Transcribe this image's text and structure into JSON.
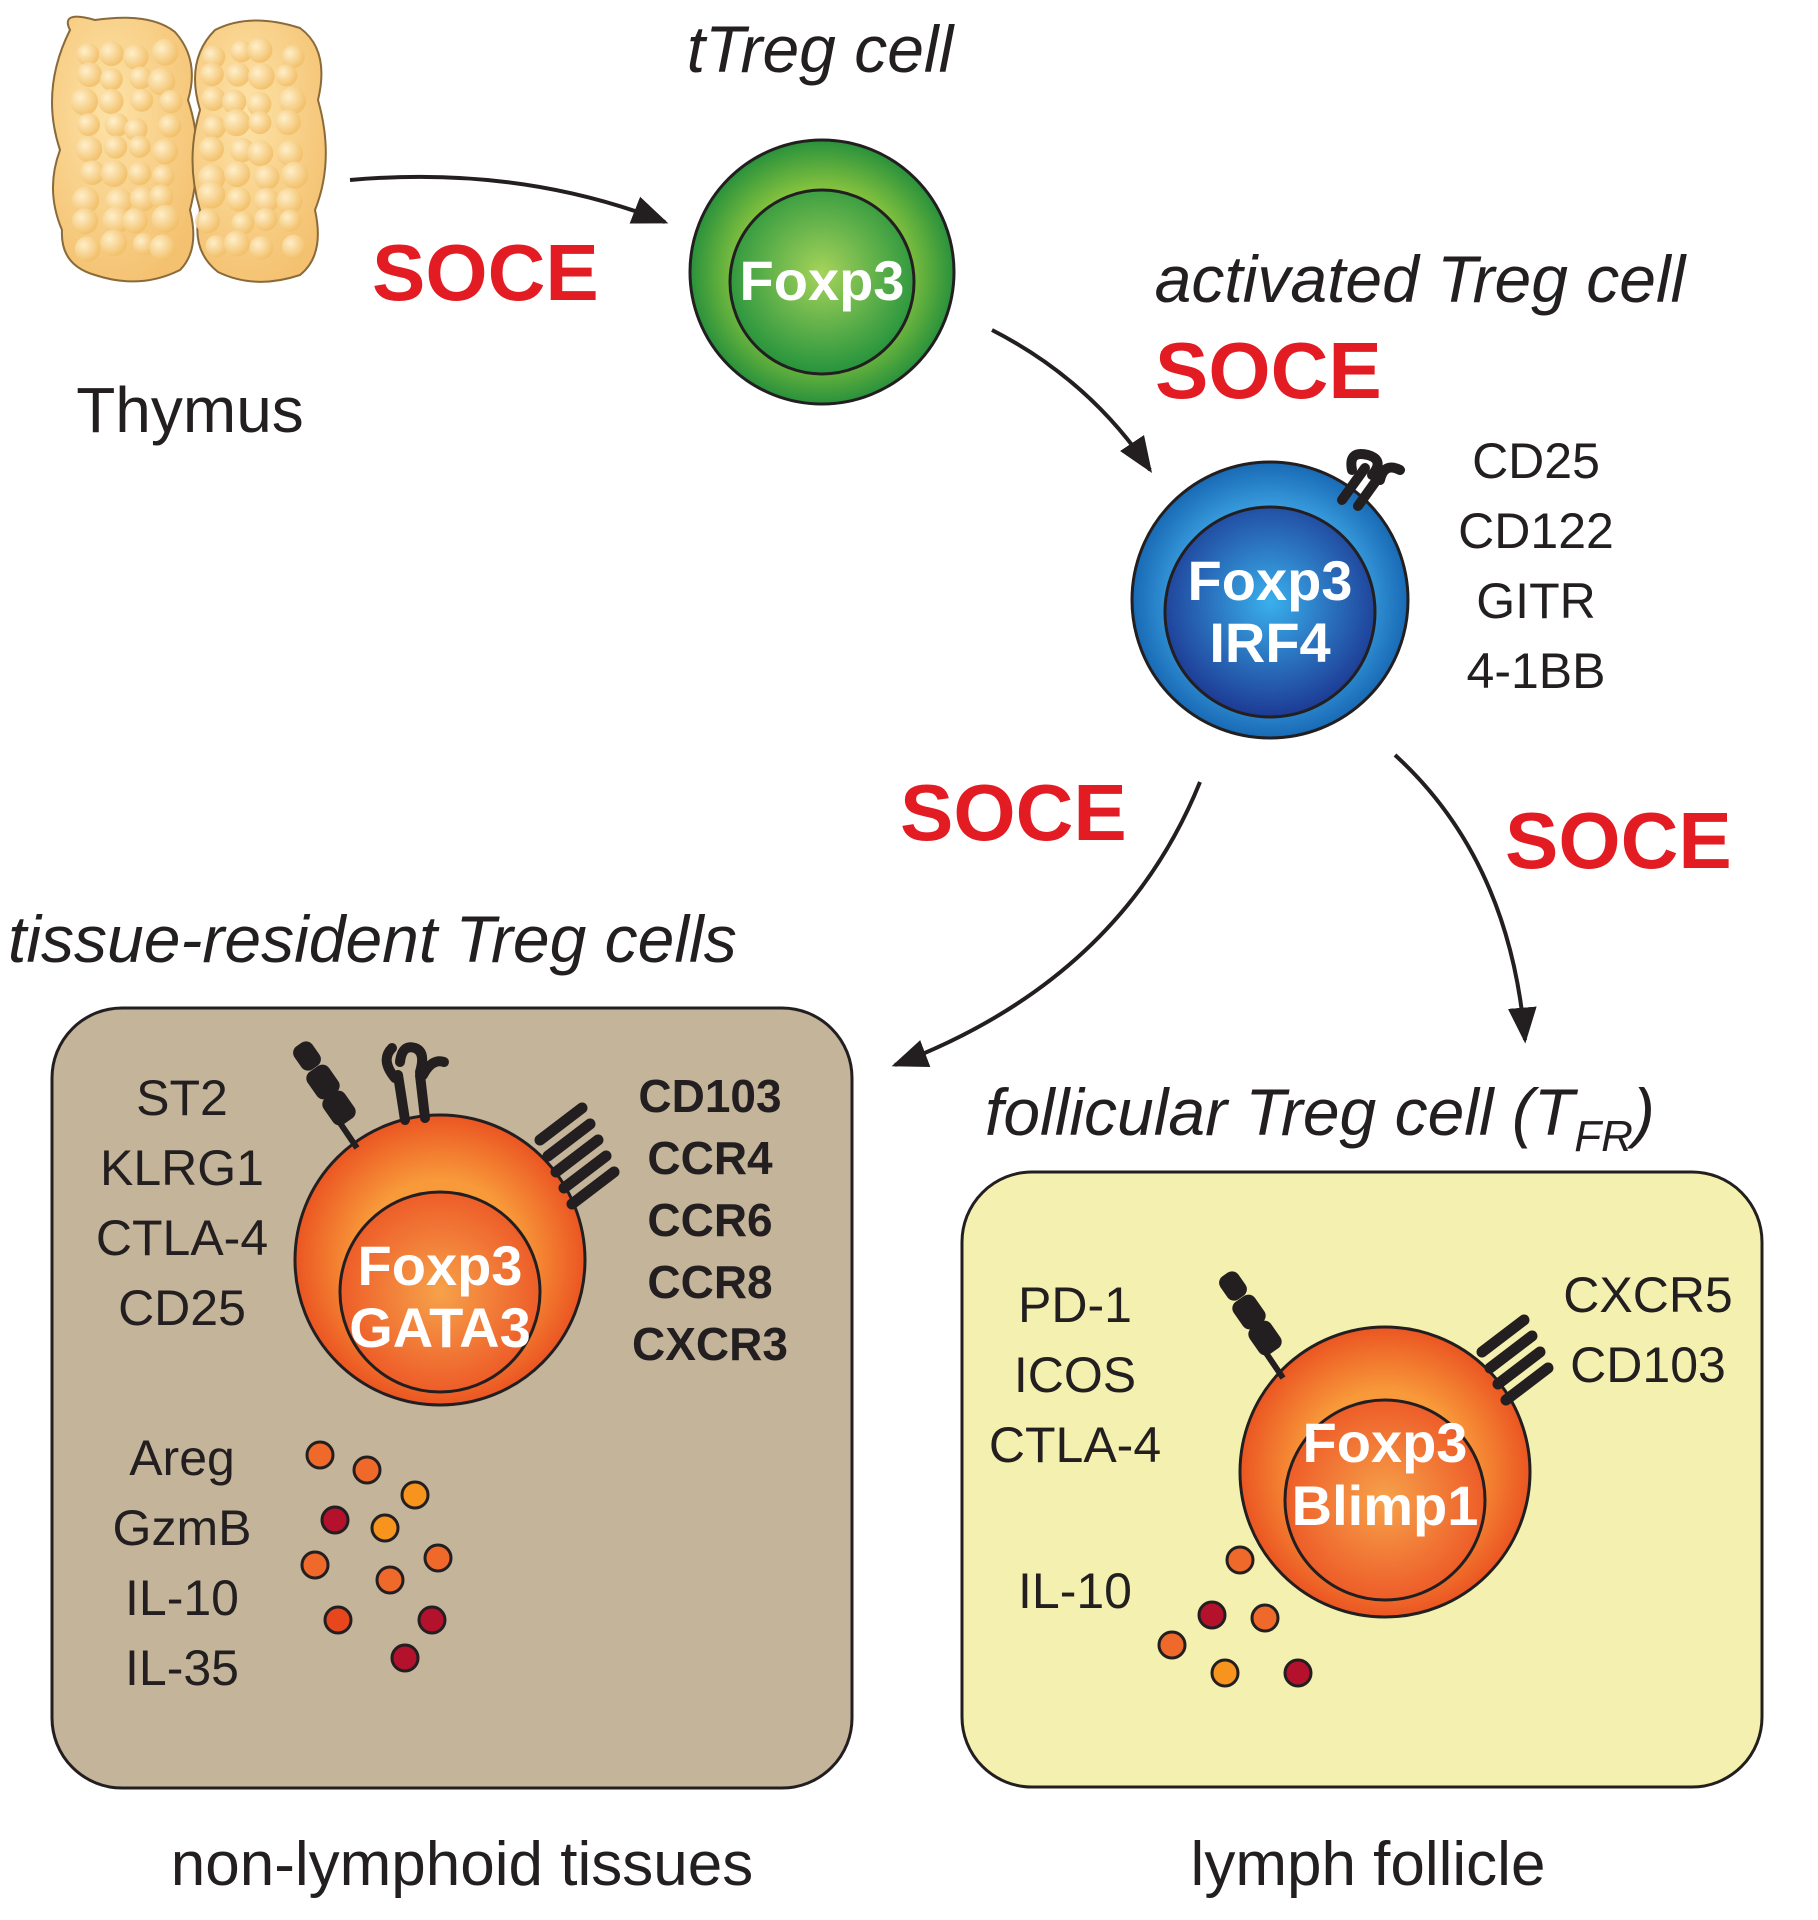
{
  "thymus": {
    "label": "Thymus"
  },
  "ttreg": {
    "title": "tTreg cell",
    "nucleus": "Foxp3"
  },
  "activated": {
    "title": "activated Treg cell",
    "nucleus_lines": [
      "Foxp3",
      "IRF4"
    ],
    "markers": [
      "CD25",
      "CD122",
      "GITR",
      "4-1BB"
    ]
  },
  "soce_labels": [
    "SOCE",
    "SOCE",
    "SOCE",
    "SOCE"
  ],
  "tissue": {
    "title": "tissue-resident Treg cells",
    "nucleus_lines": [
      "Foxp3",
      "GATA3"
    ],
    "left_markers": [
      "ST2",
      "KLRG1",
      "CTLA-4",
      "CD25"
    ],
    "right_markers": [
      "CD103",
      "CCR4",
      "CCR6",
      "CCR8",
      "CXCR3"
    ],
    "secreted": [
      "Areg",
      "GzmB",
      "IL-10",
      "IL-35"
    ],
    "location": "non-lymphoid tissues",
    "box_color": "#c3b49a"
  },
  "follicular": {
    "title_main": "follicular Treg cell (T",
    "title_sub": "FR",
    "title_end": ")",
    "nucleus_lines": [
      "Foxp3",
      "Blimp1"
    ],
    "left_markers": [
      "PD-1",
      "ICOS",
      "CTLA-4"
    ],
    "right_markers": [
      "CXCR5",
      "CD103"
    ],
    "secreted": [
      "IL-10"
    ],
    "location": "lymph follicle",
    "box_color": "#f4f1b0"
  },
  "colors": {
    "soce": "#e31b23",
    "ttreg_green": "#2e9e47",
    "activated_blue": "#1b75bb",
    "effector_orange": "#f47920"
  }
}
